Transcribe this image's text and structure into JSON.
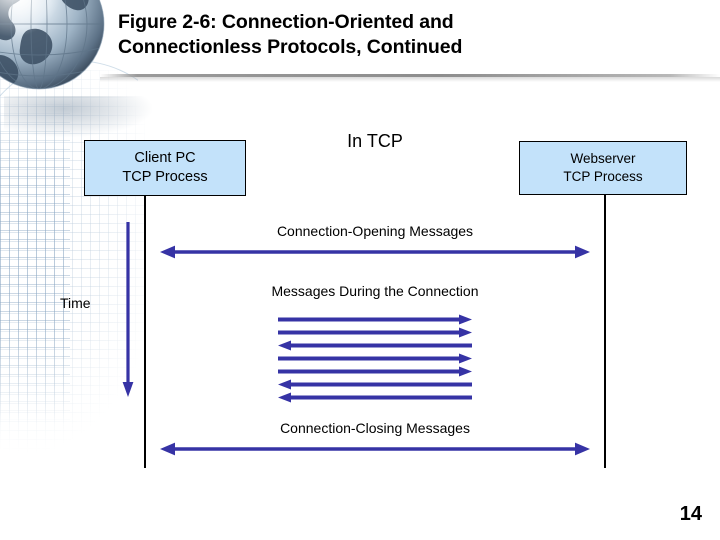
{
  "slide": {
    "title_line1": "Figure 2-6: Connection-Oriented and",
    "title_line2": "Connectionless Protocols, Continued",
    "page_number": "14",
    "logo_icon": "globe-icon",
    "accent_color": "#3633a5",
    "box_fill_color": "#c3e2fa",
    "box_border_color": "#000000",
    "divider_color": "#8d8d8d",
    "text_color": "#000000"
  },
  "diagram": {
    "section_heading": "In TCP",
    "time_axis_label": "Time",
    "time_axis_direction": "down",
    "client": {
      "line1": "Client PC",
      "line2": "TCP Process"
    },
    "server": {
      "line1": "Webserver",
      "line2": "TCP Process"
    },
    "phases": [
      {
        "label": "Connection-Opening Messages",
        "arrow": "double-headed-horizontal"
      },
      {
        "label": "Messages During the Connection",
        "arrow": "stack-of-directional-arrows"
      },
      {
        "label": "Connection-Closing Messages",
        "arrow": "double-headed-horizontal"
      }
    ],
    "during_messages": [
      {
        "index": 1,
        "direction": "right"
      },
      {
        "index": 2,
        "direction": "right"
      },
      {
        "index": 3,
        "direction": "left"
      },
      {
        "index": 4,
        "direction": "right"
      },
      {
        "index": 5,
        "direction": "right"
      },
      {
        "index": 6,
        "direction": "left"
      },
      {
        "index": 7,
        "direction": "left"
      }
    ]
  }
}
